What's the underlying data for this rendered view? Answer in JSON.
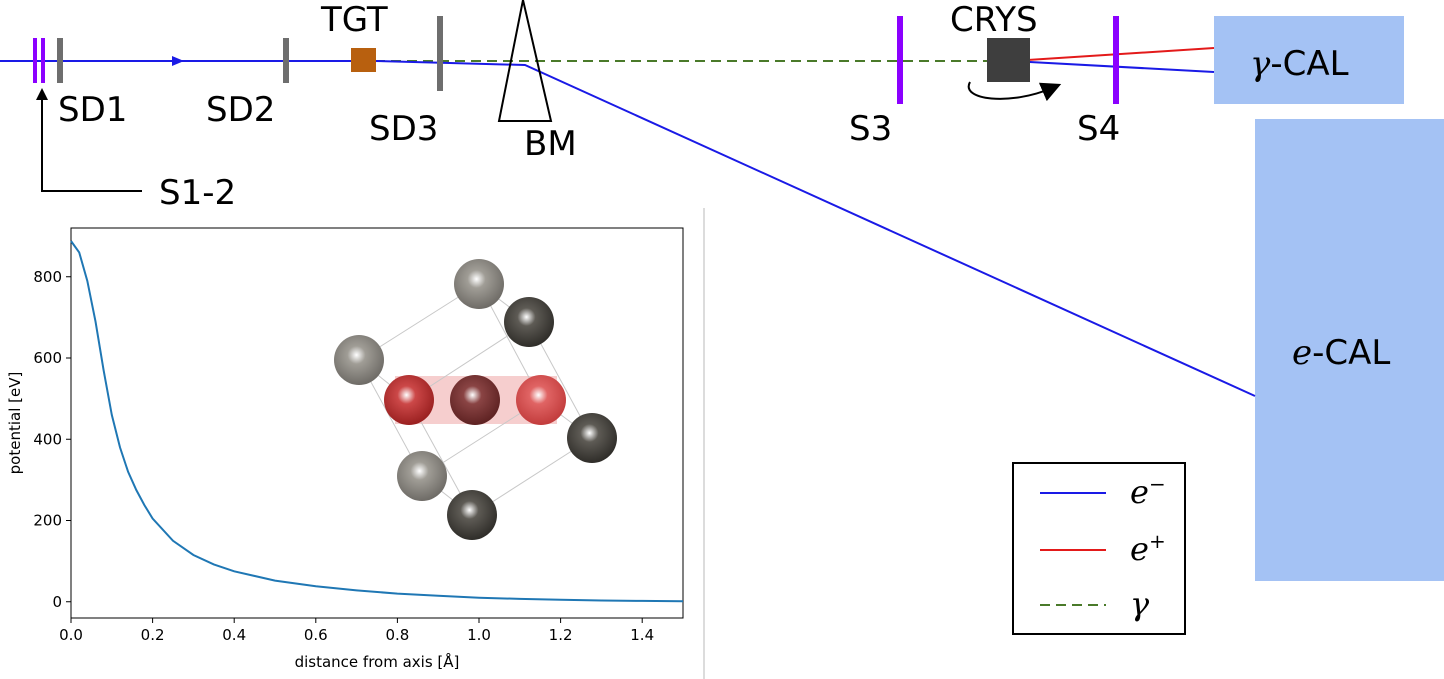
{
  "beamline": {
    "labels": {
      "sd1": "SD1",
      "sd2": "SD2",
      "sd3": "SD3",
      "tgt": "TGT",
      "bm": "BM",
      "s12": "S1-2",
      "s3": "S3",
      "s4": "S4",
      "crys": "CRYS"
    },
    "calorimeters": {
      "gamma_symbol": "γ",
      "gamma_suffix": "-CAL",
      "electron_symbol": "e",
      "electron_suffix": "-CAL"
    },
    "colors": {
      "electron_line": "#1a1ae6",
      "positron_line": "#e31a1a",
      "photon_line": "#4a7a2a",
      "silicon_detector": "#8b00ff",
      "scintillator": "#6e6e6e",
      "target": "#b8600f",
      "crystal": "#3e3e3e",
      "calorimeter": "#a4c2f4"
    }
  },
  "legend": {
    "entries": [
      {
        "symbol": "e",
        "sup": "−",
        "color": "#1a1ae6",
        "style": "solid"
      },
      {
        "symbol": "e",
        "sup": "+",
        "color": "#e31a1a",
        "style": "solid"
      },
      {
        "symbol": "γ",
        "sup": "",
        "color": "#4a7a2a",
        "style": "dashed"
      }
    ]
  },
  "chart_data": {
    "type": "line",
    "xlabel": "distance from axis [Å]",
    "ylabel": "potential [eV]",
    "xlim": [
      0,
      1.5
    ],
    "ylim": [
      -40,
      920
    ],
    "xticks": [
      "0.0",
      "0.2",
      "0.4",
      "0.6",
      "0.8",
      "1.0",
      "1.2",
      "1.4"
    ],
    "yticks": [
      "0",
      "200",
      "400",
      "600",
      "800"
    ],
    "series": [
      {
        "color": "#1f77b4",
        "x": [
          0.0,
          0.02,
          0.04,
          0.06,
          0.08,
          0.1,
          0.12,
          0.14,
          0.16,
          0.18,
          0.2,
          0.25,
          0.3,
          0.35,
          0.4,
          0.5,
          0.6,
          0.7,
          0.8,
          0.9,
          1.0,
          1.1,
          1.2,
          1.3,
          1.4,
          1.5
        ],
        "y": [
          888,
          860,
          790,
          690,
          570,
          460,
          380,
          320,
          275,
          238,
          205,
          150,
          115,
          92,
          75,
          52,
          38,
          28,
          20,
          15,
          10,
          7,
          5,
          3,
          2,
          1
        ]
      }
    ]
  }
}
